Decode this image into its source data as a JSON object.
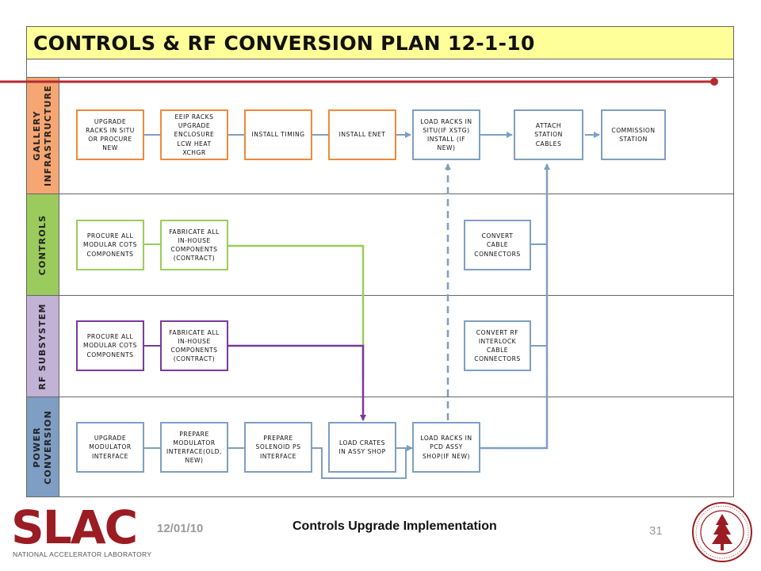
{
  "title": "CONTROLS & RF CONVERSION PLAN 12-1-10",
  "lanes": {
    "gallery": "GALLERY\nINFRASTRUCTURE",
    "controls": "CONTROLS",
    "rf": "RF SUBSYSTEM",
    "power": "POWER\nCONVERSION"
  },
  "boxes": {
    "upgrade_racks": "UPGRADE\nRACKS IN SITU\nOR PROCURE\nNEW",
    "eeip_racks": "EEIP RACKS\nUPGRADE\nENCLOSURE\nLCW HEAT\nXCHGR",
    "install_timing": "INSTALL TIMING",
    "install_enet": "INSTALL ENET",
    "load_racks_insitu": "LOAD RACKS IN\nSITU(IF XSTG)\nINSTALL (IF\nNEW)",
    "attach_cables": "ATTACH\nSTATION\nCABLES",
    "commission": "COMMISSION\nSTATION",
    "procure_controls": "PROCURE ALL\nMODULAR COTS\nCOMPONENTS",
    "fabricate_controls": "FABRICATE ALL\nIN-HOUSE\nCOMPONENTS\n(CONTRACT)",
    "convert_cable": "CONVERT\nCABLE\nCONNECTORS",
    "procure_rf": "PROCURE ALL\nMODULAR COTS\nCOMPONENTS",
    "fabricate_rf": "FABRICATE ALL\nIN-HOUSE\nCOMPONENTS\n(CONTRACT)",
    "convert_rf": "CONVERT RF\nINTERLOCK\nCABLE\nCONNECTORS",
    "upgrade_modulator": "UPGRADE\nMODULATOR\nINTERFACE",
    "prepare_modulator": "PREPARE\nMODULATOR\nINTERFACE(OLD,\nNEW)",
    "prepare_solenoid": "PREPARE\nSOLENOID PS\nINTERFACE",
    "load_crates": "LOAD CRATES\nIN ASSY SHOP",
    "load_racks_pcd": "LOAD RACKS IN\nPCD ASSY\nSHOP(IF NEW)"
  },
  "footer": {
    "logo": "SLAC",
    "logo_sub": "NATIONAL ACCELERATOR LABORATORY",
    "date": "12/01/10",
    "title": "Controls Upgrade Implementation",
    "page": "31"
  },
  "colors": {
    "gallery_lane": "#f5a673",
    "controls_lane": "#9bcb5c",
    "rf_lane": "#c2b2d6",
    "power_lane": "#7f9ec4",
    "orange": "#ee8a3a",
    "blue": "#7f9fc0",
    "green": "#9acd5a",
    "purple": "#7a3a9a",
    "timeline": "#b52a2f"
  }
}
